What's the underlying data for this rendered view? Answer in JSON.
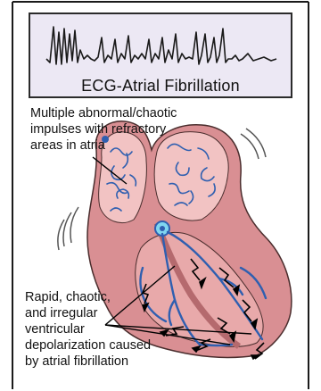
{
  "ecg_caption": "ECG-Atrial Fibrillation",
  "label_atria": [
    "Multiple abnormal/chaotic",
    "impulses with refractory",
    "areas in atria"
  ],
  "label_ventricles": [
    "Rapid, chaotic,",
    "and irregular",
    "ventricular",
    "depolarization caused",
    "by atrial fibrillation"
  ],
  "colors": {
    "ecg_background": "#ece8f4",
    "heart_wall": "#d98f93",
    "heart_chamber": "#f5c9c8",
    "conduction_blue": "#2f5fb0",
    "node_cyan": "#7fd6f0",
    "arrow": "#000000"
  }
}
